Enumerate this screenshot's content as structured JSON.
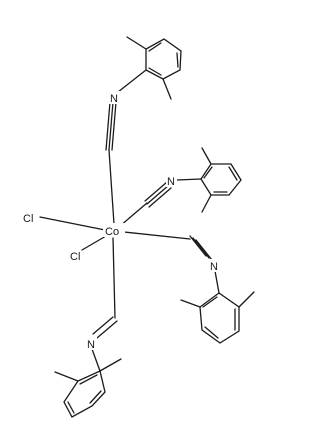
{
  "molecule": {
    "metal": "Co",
    "chloride_label": "Cl",
    "nitrogen_label": "N"
  }
}
